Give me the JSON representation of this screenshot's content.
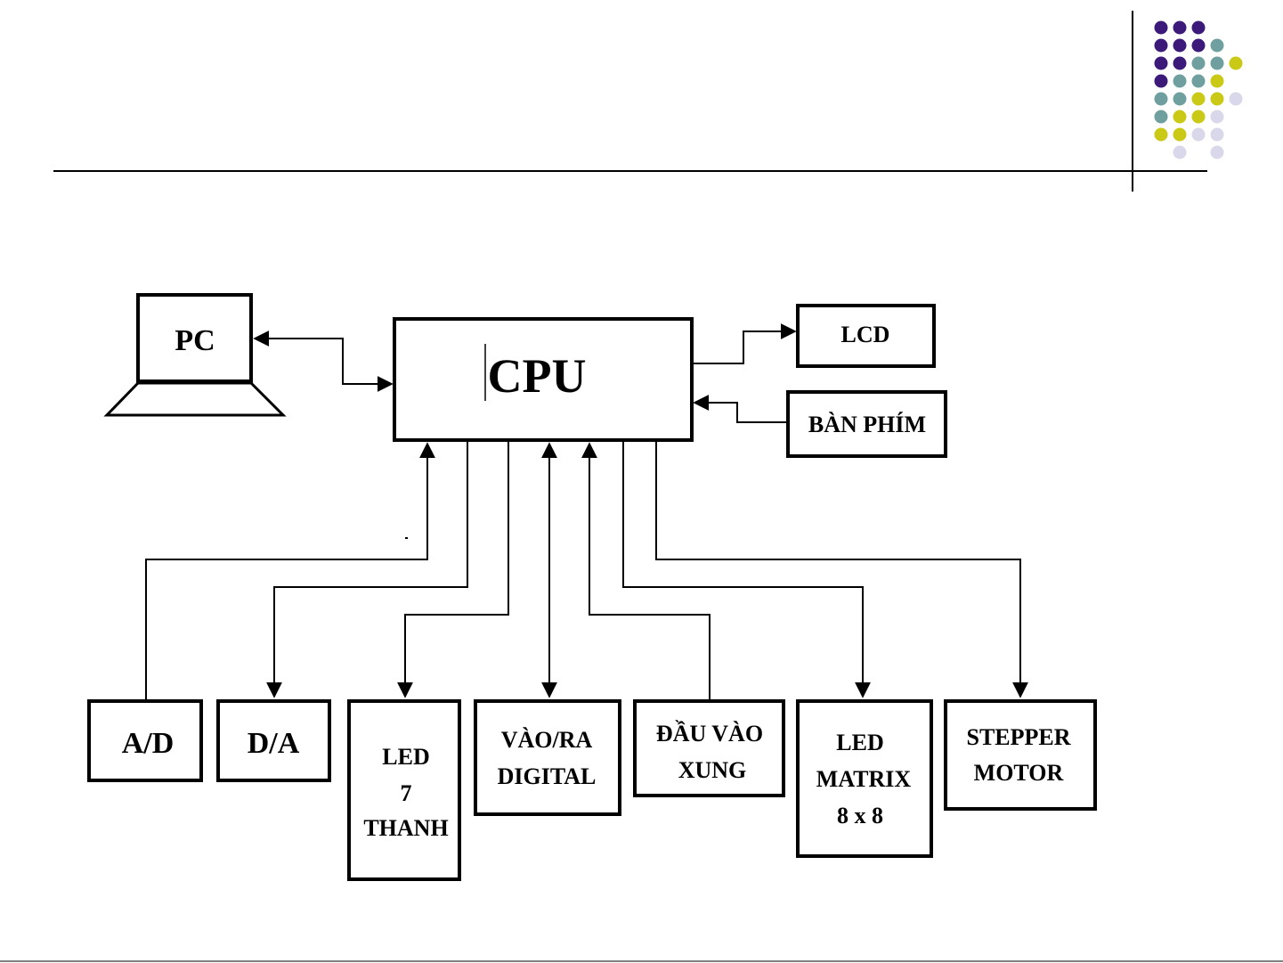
{
  "decor": {
    "dot_colors": {
      "purple": "#3b1a7a",
      "teal": "#6f9f9f",
      "yellow": "#c9c916",
      "lavender": "#d8d8ea"
    },
    "dot_grid": [
      [
        "purple",
        "purple",
        "purple",
        null,
        null
      ],
      [
        "purple",
        "purple",
        "purple",
        "teal",
        null
      ],
      [
        "purple",
        "purple",
        "teal",
        "teal",
        "yellow"
      ],
      [
        "purple",
        "teal",
        "teal",
        "yellow",
        null
      ],
      [
        "teal",
        "teal",
        "yellow",
        "yellow",
        "lavender"
      ],
      [
        "teal",
        "yellow",
        "yellow",
        "lavender",
        null
      ],
      [
        "yellow",
        "yellow",
        "lavender",
        "lavender",
        null
      ],
      [
        null,
        "lavender",
        null,
        "lavender",
        null
      ]
    ]
  },
  "diagram": {
    "pc": "PC",
    "cpu": "CPU",
    "lcd": "LCD",
    "keyboard": "BÀN PHÍM",
    "ad": "A/D",
    "da": "D/A",
    "led7": [
      "LED",
      "7",
      "THANH"
    ],
    "digital_io": [
      "VÀO/RA",
      "DIGITAL"
    ],
    "pulse_input": [
      "ĐẦU VÀO",
      "XUNG"
    ],
    "led_matrix": [
      "LED",
      "MATRIX",
      "8 x 8"
    ],
    "stepper": [
      "STEPPER",
      "MOTOR"
    ]
  }
}
